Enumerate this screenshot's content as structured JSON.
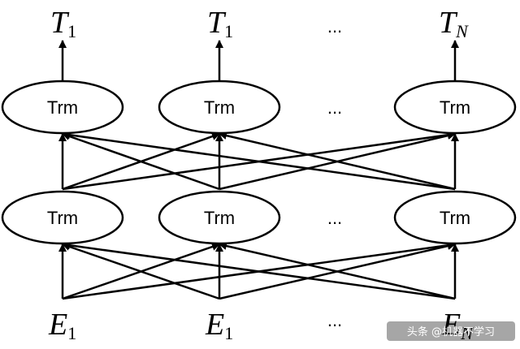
{
  "outputs": [
    {
      "main": "T",
      "sub": "1"
    },
    {
      "main": "T",
      "sub": "1"
    },
    {
      "main": "T",
      "sub": "N"
    }
  ],
  "inputs": [
    {
      "main": "E",
      "sub": "1"
    },
    {
      "main": "E",
      "sub": "1"
    },
    {
      "main": "E",
      "sub": "N"
    }
  ],
  "layers": [
    {
      "nodes": [
        "Trm",
        "Trm",
        "Trm"
      ]
    },
    {
      "nodes": [
        "Trm",
        "Trm",
        "Trm"
      ]
    }
  ],
  "ellipsis": "...",
  "watermark": "头条 @机器不学习"
}
